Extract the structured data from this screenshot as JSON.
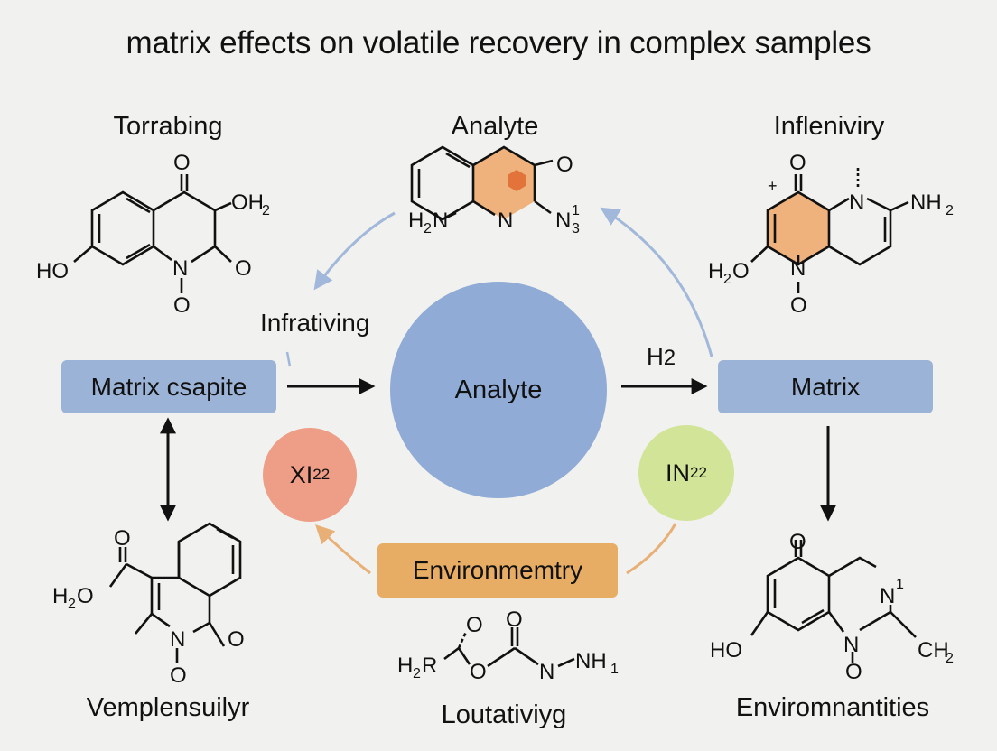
{
  "title": "matrix effects on volatile recovery in complex samples",
  "molecules": {
    "top_left": {
      "label": "Torrabing",
      "atoms": {
        "o_top": "O",
        "oh2": "OH",
        "oh2_sub": "2",
        "ho": "HO",
        "n": "N",
        "o_right": "O",
        "o_bottom": "O"
      }
    },
    "top_center": {
      "label": "Analyte",
      "atoms": {
        "o": "O",
        "h2n": "H",
        "h2n_sub": "2",
        "h2n_n": "N",
        "n_mid": "N",
        "n_right": "N",
        "n_sub": "3",
        "n_sup": "1"
      }
    },
    "top_right": {
      "label": "Infleniviry",
      "atoms": {
        "o_top": "O",
        "n": "N",
        "nh2": "NH",
        "nh2_sub": "2",
        "h2o": "H",
        "h2o_sub": "2",
        "h2o_o": "O",
        "n_bottom": "N",
        "o_bottom": "O"
      }
    },
    "bottom_left": {
      "label": "Vemplensuilyr",
      "atoms": {
        "o_top": "O",
        "h2o": "H",
        "h2o_sub": "2",
        "h2o_o": "O",
        "n": "N",
        "o_right": "O",
        "o_bottom": "O"
      }
    },
    "bottom_center": {
      "label": "Loutativiyg",
      "atoms": {
        "o_top": "O",
        "o_carbonyl": "O",
        "h2r": "H",
        "h2r_sub": "2",
        "h2r_r": "R",
        "o_ester": "O",
        "n": "N",
        "nh": "NH",
        "nh_sub": "1"
      }
    },
    "bottom_right": {
      "label": "Enviromnantities",
      "atoms": {
        "o_top": "O",
        "n_top": "N",
        "n_sup": "1",
        "ho": "HO",
        "n": "N",
        "ch2": "CH",
        "ch2_sub": "2",
        "o_bottom": "O"
      }
    }
  },
  "nodes": {
    "matrix_left": "Matrix csapite",
    "analyte": "Analyte",
    "matrix_right": "Matrix",
    "environment": "Environmemtry",
    "xl": {
      "text": "XI",
      "sub": "2",
      "sup": "2"
    },
    "in": {
      "text": "IN",
      "sub": "2",
      "sup": "2"
    }
  },
  "edge_labels": {
    "infrativing": "Infrativing",
    "h2": "H",
    "h2_sub": "2"
  },
  "colors": {
    "background": "#f1f1ef",
    "blue_box": "#9bb3d6",
    "analyte_circle": "#90acd6",
    "orange_box": "#e8ad64",
    "salmon_circle": "#ee9d86",
    "green_circle": "#d2e497",
    "ring_fill_orange": "#efb27c",
    "ring_highlight": "#e2733a",
    "arrow_blue": "#a2b8da",
    "arrow_orange": "#e8b076"
  }
}
